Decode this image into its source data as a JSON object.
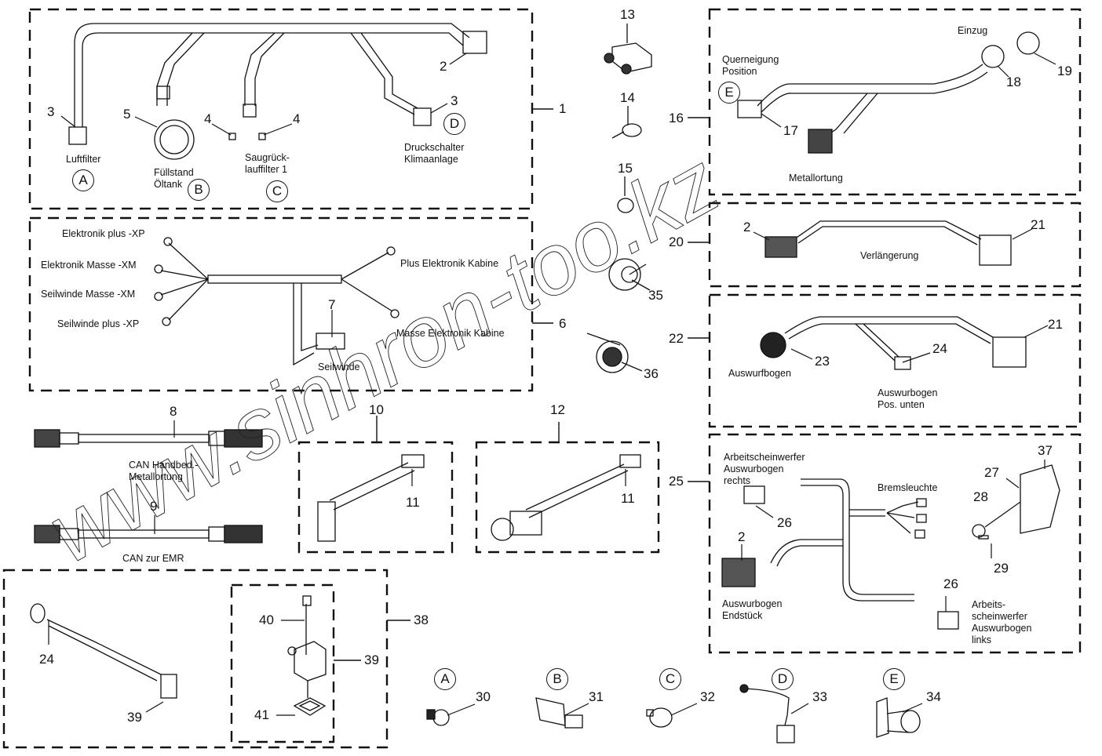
{
  "diagram": {
    "title": "Kabelbaum / Elektrik Ersatzteil-Explosionszeichnung",
    "watermark": "www.sinhron-too.kz",
    "groups": [
      {
        "id": "1",
        "label": "1",
        "parts": [
          "2",
          "3",
          "4",
          "5"
        ]
      },
      {
        "id": "6",
        "label": "6",
        "parts": [
          "7"
        ]
      },
      {
        "id": "10",
        "label": "10",
        "parts": [
          "11"
        ]
      },
      {
        "id": "12",
        "label": "12",
        "parts": [
          "11"
        ]
      },
      {
        "id": "16",
        "label": "16",
        "parts": [
          "17",
          "18",
          "19"
        ]
      },
      {
        "id": "20",
        "label": "20",
        "parts": [
          "2",
          "21"
        ]
      },
      {
        "id": "22",
        "label": "22",
        "parts": [
          "21",
          "23",
          "24"
        ]
      },
      {
        "id": "25",
        "label": "25",
        "parts": [
          "2",
          "26",
          "27",
          "28",
          "29",
          "37"
        ]
      },
      {
        "id": "38",
        "label": "38",
        "parts": [
          "24",
          "39",
          "40",
          "41"
        ]
      }
    ],
    "part_numbers": {
      "p1": "1",
      "p2a": "2",
      "p3a": "3",
      "p3b": "3",
      "p4a": "4",
      "p4b": "4",
      "p5": "5",
      "p6": "6",
      "p7": "7",
      "p8": "8",
      "p9": "9",
      "p10": "10",
      "p11a": "11",
      "p11b": "11",
      "p12": "12",
      "p13": "13",
      "p14": "14",
      "p15": "15",
      "p16": "16",
      "p17": "17",
      "p18": "18",
      "p19": "19",
      "p20": "20",
      "p2b": "2",
      "p21a": "21",
      "p22": "22",
      "p21b": "21",
      "p23": "23",
      "p24a": "24",
      "p25": "25",
      "p26a": "26",
      "p2c": "2",
      "p26b": "26",
      "p27": "27",
      "p28": "28",
      "p29": "29",
      "p37": "37",
      "p35": "35",
      "p36": "36",
      "p38": "38",
      "p39a": "39",
      "p39b": "39",
      "p40": "40",
      "p41": "41",
      "p24b": "24",
      "p30": "30",
      "p31": "31",
      "p32": "32",
      "p33": "33",
      "p34": "34"
    },
    "letters": {
      "A1": "A",
      "B1": "B",
      "C1": "C",
      "D1": "D",
      "E1": "E",
      "A2": "A",
      "B2": "B",
      "C2": "C",
      "D2": "D",
      "E2": "E"
    },
    "labels": {
      "luftfilter": "Luftfilter",
      "fuellstand": "Füllstand\nÖltank",
      "saugrueck": "Saugrück-\nlauffilter 1",
      "druckschalter": "Druckschalter\nKlimaanlage",
      "elektronik_plus": "Elektronik plus -XP",
      "elektronik_masse": "Elektronik Masse -XM",
      "seilwinde_masse": "Seilwinde Masse -XM",
      "seilwinde_plus": "Seilwinde plus -XP",
      "plus_elektronik_kabine": "Plus Elektronik Kabine",
      "masse_elektronik_kabine": "Masse Elektronik Kabine",
      "seilwinde": "Seilwinde",
      "can_handbed": "CAN Handbed.-\nMetallortung",
      "can_emr": "CAN zur EMR",
      "querneigung": "Querneigung\nPosition",
      "einzug": "Einzug",
      "metallortung": "Metallortung",
      "verlaengerung": "Verlängerung",
      "auswurfbogen": "Auswurfbogen",
      "auswurbogen_pos": "Auswurbogen\nPos. unten",
      "aw_rechts": "Arbeitscheinwerfer\nAuswurbogen\nrechts",
      "bremsleuchte": "Bremsleuchte",
      "aw_endstueck": "Auswurbogen\nEndstück",
      "aw_links": "Arbeits-\nscheinwerfer\nAuswurbogen\nlinks"
    }
  }
}
